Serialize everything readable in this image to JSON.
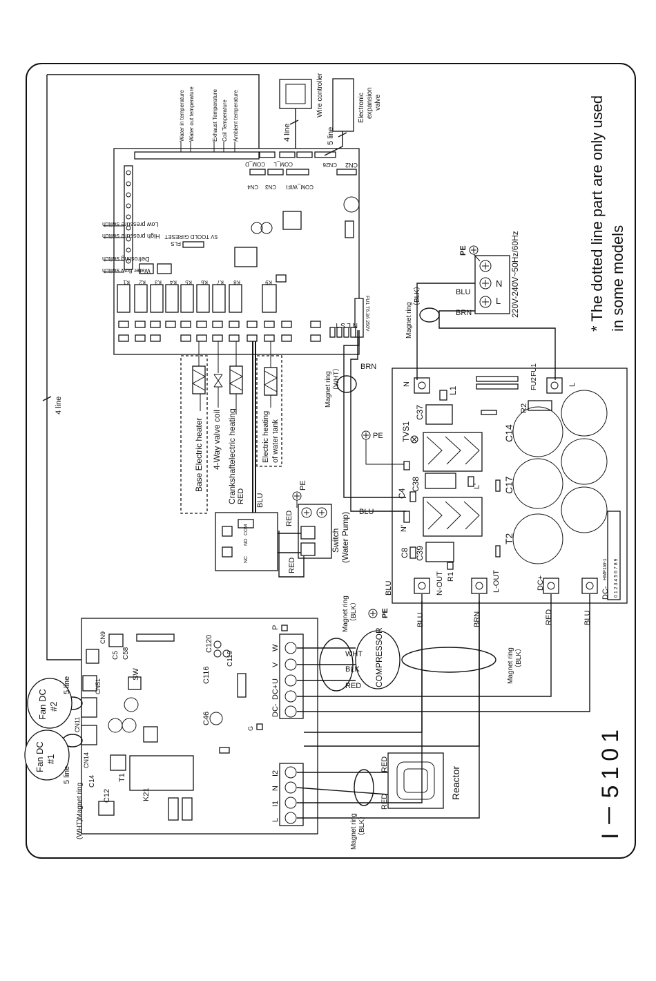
{
  "model": "I－5101",
  "note_line1": "* The dotted line part are only used",
  "note_line2": "in some models",
  "power_label": "220V-240V~50Hz/60Hz",
  "wire_controller": "Wire controller",
  "expansion_valve": [
    "Electronic",
    "expansion",
    "valve"
  ],
  "line_4": "4 line",
  "line_5": "5 line",
  "sensors": [
    "Water in temperature",
    "Water out temperature",
    "Exhaust Temperature",
    "Coil Temperature",
    "Ambient temperature"
  ],
  "switches": [
    "Low pressure switch",
    "High pressure switch",
    "Defrosting switch",
    "Water flow switch"
  ],
  "loads": [
    "Base Electric heater",
    "4-Way valve coil",
    "Crankshaftelectric heating",
    "Electric heating",
    "of water tank"
  ],
  "switch_label": [
    "Switch",
    "(Water Pump)"
  ],
  "compressor": "COMPRESSOR",
  "reactor": "Reactor",
  "fan1": [
    "Fan DC",
    "#1"
  ],
  "fan2": [
    "Fan DC",
    "#2"
  ],
  "magnet_blk": [
    "Magnet ring",
    "（BLK）"
  ],
  "magnet_wht": [
    "Magnet ring",
    "（WHT）"
  ],
  "magnet_wht_inline": "(WHT)Magnet ring",
  "wire_colors": {
    "red": "RED",
    "blu": "BLU",
    "brn": "BRN",
    "wht": "WHT",
    "blk": "BLK",
    "pe": "PE"
  },
  "terminals_top": [
    "L",
    "N"
  ],
  "comp_terminals": [
    "W",
    "V",
    "U",
    "DC+",
    "DC-",
    "P"
  ],
  "reactor_terminals": [
    "I2",
    "N",
    "I1",
    "L"
  ],
  "filter_labels": [
    "N-OUT",
    "L-OUT",
    "DC+",
    "DC-",
    "N",
    "L",
    "N'",
    "L'"
  ],
  "pcb_components": [
    "C37",
    "L1",
    "TVS1",
    "C14",
    "C17",
    "C38",
    "C4",
    "C8",
    "C39",
    "R1",
    "R2",
    "T2",
    "FU2",
    "FU1",
    "C120",
    "C119",
    "C116",
    "C46",
    "C5",
    "C58",
    "C12",
    "T1",
    "K21",
    "C14",
    "SW",
    "CN9",
    "CN51",
    "CN14",
    "CN11",
    "CN4",
    "CN3",
    "CN2",
    "CN26",
    "K1",
    "K2",
    "K3",
    "K4",
    "K5",
    "K6",
    "K7",
    "K8",
    "K9",
    "G"
  ],
  "cn_labels": [
    "COM_D",
    "COM_L",
    "COM_WIFI",
    "N L S T"
  ],
  "fuse": "FU1 T6.3A 250V",
  "pcb_text": "5V TOOLD GIRESET",
  "fls": "FLS",
  "ncno": [
    "NC",
    "NO",
    "COM"
  ],
  "small_codes": [
    "HMF1W-1",
    "DC-",
    "0 1 2 3 4 5 6 7 8 9"
  ]
}
